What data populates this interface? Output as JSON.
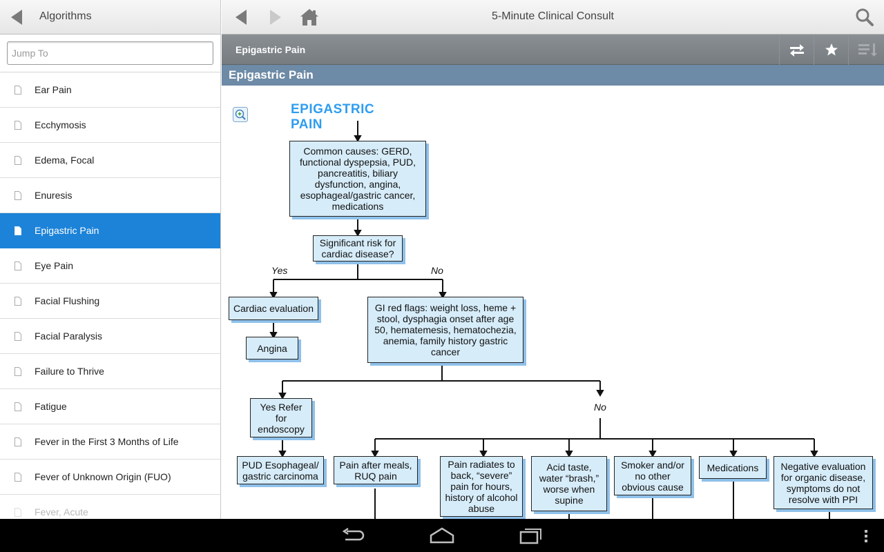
{
  "left_panel": {
    "title": "Algorithms",
    "search_placeholder": "Jump To",
    "items": [
      {
        "label": "Ear Pain"
      },
      {
        "label": "Ecchymosis"
      },
      {
        "label": "Edema, Focal"
      },
      {
        "label": "Enuresis"
      },
      {
        "label": "Epigastric Pain",
        "selected": true
      },
      {
        "label": "Eye Pain"
      },
      {
        "label": "Facial Flushing"
      },
      {
        "label": "Facial Paralysis"
      },
      {
        "label": "Failure to Thrive"
      },
      {
        "label": "Fatigue"
      },
      {
        "label": "Fever in the First 3 Months of Life"
      },
      {
        "label": "Fever of Unknown Origin (FUO)"
      },
      {
        "label": "Fever, Acute"
      }
    ]
  },
  "topbar": {
    "title": "5-Minute Clinical Consult",
    "icons": [
      "back-arrow-icon",
      "forward-arrow-icon",
      "home-icon",
      "search-icon"
    ]
  },
  "subbar": {
    "title": "Epigastric Pain",
    "icons": [
      "swap-arrows-icon",
      "star-icon",
      "sort-list-icon"
    ]
  },
  "section_header": "Epigastric Pain",
  "flowchart": {
    "title": "EPIGASTRIC PAIN",
    "nodes": {
      "common_causes": "Common causes: GERD, functional dyspepsia, PUD, pancreatitis, biliary dysfunction, angina, esophageal/gastric cancer, medications",
      "cardiac_risk": "Significant risk for cardiac disease?",
      "cardiac_eval": "Cardiac evaluation",
      "angina": "Angina",
      "gi_flags": "GI red flags: weight loss, heme + stool, dysphagia onset after age 50, hematemesis, hematochezia, anemia, family history gastric cancer",
      "refer": "Yes Refer for endoscopy",
      "pud": "PUD Esophageal/ gastric carcinoma",
      "pain_meals": "Pain after meals, RUQ pain",
      "pain_radiates": "Pain radiates to back, “severe” pain for hours, history of alcohol abuse",
      "acid_taste": "Acid taste, water “brash,” worse when supine",
      "smoker": "Smoker and/or no other obvious cause",
      "medications": "Medications",
      "negative_eval": "Negative evaluation for organic disease, symptoms do not resolve with PPI"
    },
    "labels": {
      "yes": "Yes",
      "no": "No",
      "no2": "No"
    }
  },
  "system_bar": {
    "icons": [
      "back-nav-icon",
      "home-nav-icon",
      "recent-apps-icon",
      "overflow-menu-icon"
    ]
  },
  "colors": {
    "accent": "#1c83d8",
    "section_header": "#6d8aa6",
    "flow_title": "#2e9df0",
    "box_fill": "#d6ecf9"
  }
}
